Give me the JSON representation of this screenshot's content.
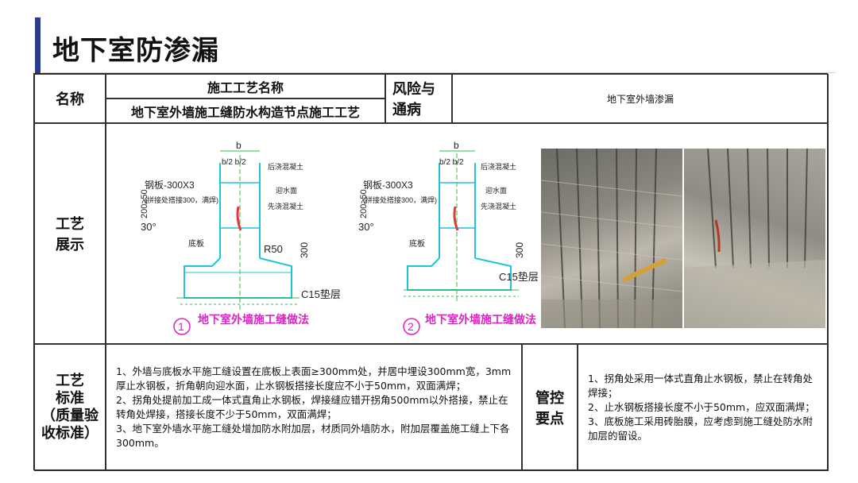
{
  "title": "地下室防渗漏",
  "table": {
    "name_label": "名称",
    "process_name_label": "施工工艺名称",
    "process_name_value": "地下室外墙施工缝防水构造节点施工工艺",
    "risk_label_line1": "风险与",
    "risk_label_line2": "通病",
    "risk_value": "地下室外墙渗漏",
    "display_label_line1": "工艺",
    "display_label_line2": "展示",
    "standard_label_lines": [
      "工艺",
      "标准",
      "（质量验",
      "收标准）"
    ],
    "standard_text": [
      "1、外墙与底板水平施工缝设置在底板上表面≥300mm处，并居中埋设300mm宽，3mm厚止水钢板，折角朝向迎水面，止水钢板搭接长度应不小于50mm，双面满焊；",
      "2、拐角处提前加工成一体式直角止水钢板，焊接缝应错开拐角500mm以外搭接，禁止在转角处焊接，搭接长度不少于50mm，双面满焊；",
      "3、地下室外墙水平施工缝处增加防水附加层，材质同外墙防水，附加层覆盖施工缝上下各300mm。"
    ],
    "control_label_line1": "管控",
    "control_label_line2": "要点",
    "control_text": [
      "1、拐角处采用一体式直角止水钢板，禁止在转角处焊接；",
      "2、止水钢板搭接长度不小于50mm，应双面满焊；",
      "3、底板施工采用砖胎膜，应考虑到施工缝处防水附加层的留设。"
    ]
  },
  "drawings": [
    {
      "number": "1",
      "caption": "地下室外墙施工缝做法",
      "dim_b": "b",
      "dim_half": "b/2 b/2",
      "steel_plate": "钢板-300X3",
      "steel_note": "(拼接处搭接300，满焊)",
      "left_dim": "200≥50",
      "angle": "30°",
      "later_concrete": "后浇混凝土",
      "water_face": "迎水面",
      "first_concrete": "先浇混凝土",
      "bottom_plate": "底板",
      "radius": "R50",
      "height": "300",
      "cushion": "C15垫层"
    },
    {
      "number": "2",
      "caption": "地下室外墙施工缝做法",
      "dim_b": "b",
      "dim_half": "b/2 b/2",
      "steel_plate": "钢板-300X3",
      "steel_note": "(拼接处搭接300，满焊)",
      "left_dim": "200≥50",
      "angle": "30°",
      "later_concrete": "后浇混凝土",
      "water_face": "迎水面",
      "first_concrete": "先浇混凝土",
      "bottom_plate": "底板",
      "height": "300",
      "cushion": "C15垫层"
    }
  ],
  "colors": {
    "accent": "#2c3a8c",
    "drawing_cyan": "#1fc4d6",
    "drawing_green": "#3bb84a",
    "drawing_red": "#e53935",
    "caption_magenta": "#e020c8"
  }
}
